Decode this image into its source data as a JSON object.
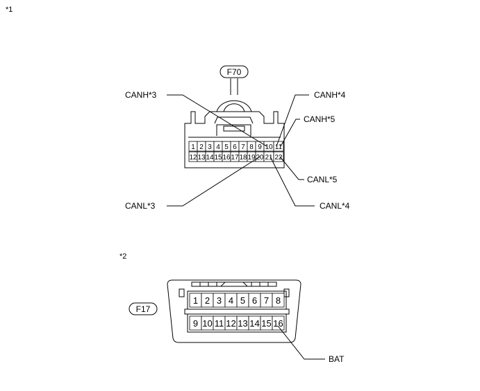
{
  "notes": {
    "n1": "*1",
    "n2": "*2"
  },
  "connector_f70": {
    "id": "F70",
    "row1": [
      "1",
      "2",
      "3",
      "4",
      "5",
      "6",
      "7",
      "8",
      "9",
      "10",
      "11"
    ],
    "row2": [
      "12",
      "13",
      "14",
      "15",
      "16",
      "17",
      "18",
      "19",
      "20",
      "21",
      "22"
    ],
    "labels": {
      "canh3": "CANH*3",
      "canh4": "CANH*4",
      "canh5": "CANH*5",
      "canl5": "CANL*5",
      "canl3": "CANL*3",
      "canl4": "CANL*4"
    }
  },
  "connector_f17": {
    "id": "F17",
    "row1": [
      "1",
      "2",
      "3",
      "4",
      "5",
      "6",
      "7",
      "8"
    ],
    "row2": [
      "9",
      "10",
      "11",
      "12",
      "13",
      "14",
      "15",
      "16"
    ],
    "labels": {
      "bat": "BAT"
    }
  }
}
